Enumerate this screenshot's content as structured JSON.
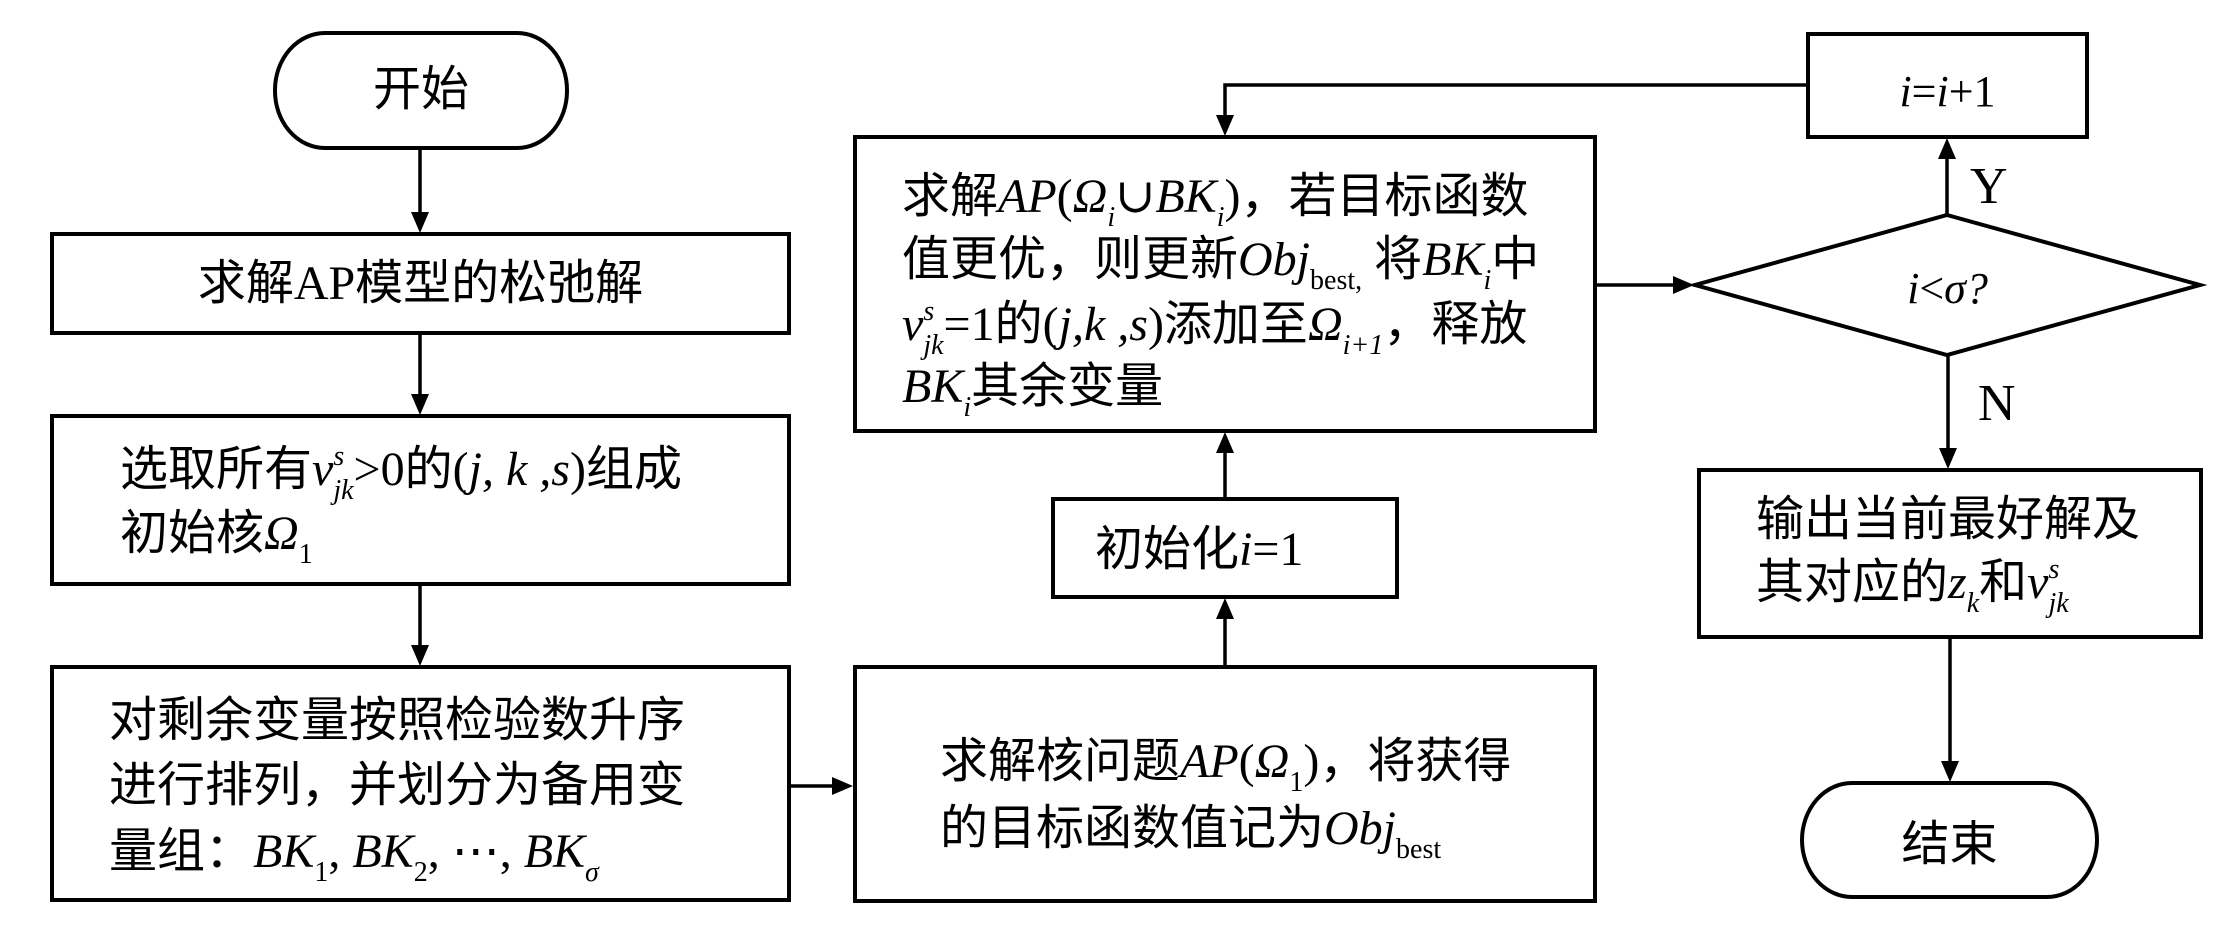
{
  "flowchart": {
    "start": {
      "label": "开始"
    },
    "relax": {
      "label": "求解AP模型的松弛解"
    },
    "initial_kernel": {
      "line1": [
        "选取所有",
        "v",
        "s",
        "jk",
        ">0",
        "的",
        "(",
        "j, k ,s",
        ")",
        "组成"
      ],
      "line2": [
        "初始核",
        "Ω",
        "1"
      ]
    },
    "sort_backups": {
      "line1": [
        "对剩余变量按照检验数升序"
      ],
      "line2": [
        "进行排列，并划分为备用变"
      ],
      "line3": [
        "量组：",
        "BK",
        "1",
        ", ",
        "BK",
        "2",
        ", ",
        "⋯",
        ", ",
        "BK",
        "σ"
      ]
    },
    "solve_kernel": {
      "line1": [
        "求解核问题",
        "AP",
        "(",
        "Ω",
        "1",
        ")",
        "，将获得"
      ],
      "line2": [
        "的目标函数值记为",
        "Obj",
        "best"
      ]
    },
    "init_i": {
      "line1": [
        "初始化",
        "i",
        "=1"
      ]
    },
    "solve_extended": {
      "line1": [
        "求解",
        "AP",
        "(",
        "Ω",
        "i",
        "∪",
        "BK",
        "i",
        ")",
        "，若目标函数"
      ],
      "line2": [
        "值更优，则更新",
        "Obj",
        "best,",
        " 将",
        "BK",
        "i",
        "中"
      ],
      "line3": [
        "v",
        "s",
        "jk",
        "=1",
        "的",
        "(",
        "j,k ,s",
        ")",
        "添加至",
        "Ω",
        "i+1",
        "，释放"
      ],
      "line4": [
        "BK",
        "i",
        "其余变量"
      ]
    },
    "decision": {
      "line1": [
        "i",
        "<",
        "σ",
        "?"
      ]
    },
    "increment": {
      "line1": [
        "i",
        "=",
        "i",
        "+1"
      ]
    },
    "output": {
      "line1": [
        "输出当前最好解及"
      ],
      "line2": [
        "其对应的",
        "z",
        "k",
        "和",
        "v",
        "s",
        "jk"
      ]
    },
    "end": {
      "label": "结束"
    },
    "edge_labels": {
      "yes": "Y",
      "no": "N"
    }
  }
}
